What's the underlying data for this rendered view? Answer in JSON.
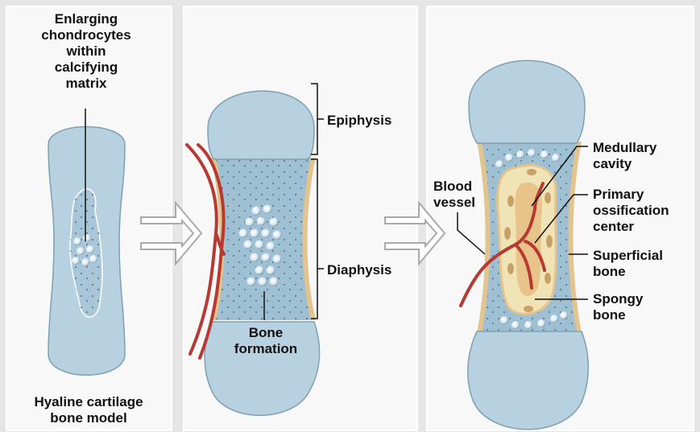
{
  "labels": {
    "chondrocytes": "Enlarging\nchondrocytes\nwithin\ncalcifying\nmatrix",
    "hyaline": "Hyaline cartilage\nbone model",
    "epiphysis": "Epiphysis",
    "diaphysis": "Diaphysis",
    "bone_formation": "Bone\nformation",
    "blood_vessel": "Blood\nvessel",
    "medullary": "Medullary\ncavity",
    "primary": "Primary\nossification\ncenter",
    "superficial": "Superficial\nbone",
    "spongy": "Spongy\nbone"
  },
  "colors": {
    "background": "#e6e6e6",
    "panel": "#f8f8f8",
    "cartilage": "#b7d1e0",
    "cartilage_stroke": "#7f9fb3",
    "periosteum": "#e3c48f",
    "vessel": "#b63a32",
    "spongy": "#f0e3b6"
  }
}
